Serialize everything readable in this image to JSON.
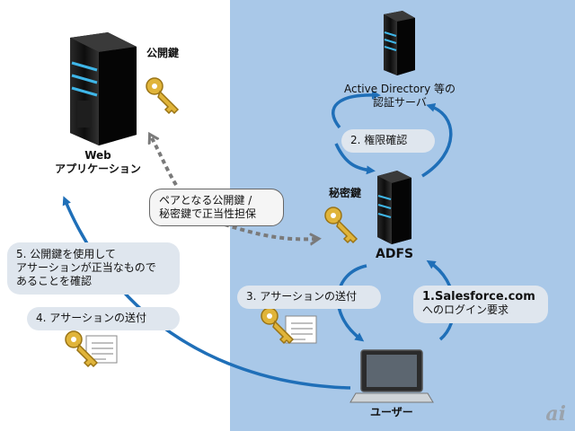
{
  "labels": {
    "web_app_line1": "Web",
    "web_app_line2": "アプリケーション",
    "public_key": "公開鍵",
    "ad_line1": "Active Directory 等の",
    "ad_line2": "認証サーバ",
    "secret_key": "秘密鍵",
    "adfs": "ADFS",
    "user": "ユーザー"
  },
  "steps": {
    "step1_line1": "1.Salesforce.com",
    "step1_line2": "へのログイン要求",
    "step2": "2. 権限確認",
    "step3": "3. アサーションの送付",
    "step4": "4. アサーションの送付",
    "step5_line1": "5. 公開鍵を使用して",
    "step5_line2": "アサーションが正当なもので",
    "step5_line3": "あることを確認"
  },
  "callout": {
    "line1": "ペアとなる公開鍵 /",
    "line2": "秘密鍵で正当性担保"
  },
  "logo_text": "ai",
  "icons": [
    "server-icon",
    "key-icon",
    "document-icon",
    "laptop-icon"
  ],
  "colors": {
    "blue_zone": "#a9c8e8",
    "arrow_blue": "#1f6fb8",
    "dotted_arrow": "#7a7a7a",
    "pill_bg": "#dfe6ee",
    "key_gold": "#e0b43a",
    "server_dark": "#1a1a1a",
    "server_light": "#3fb6e8"
  }
}
